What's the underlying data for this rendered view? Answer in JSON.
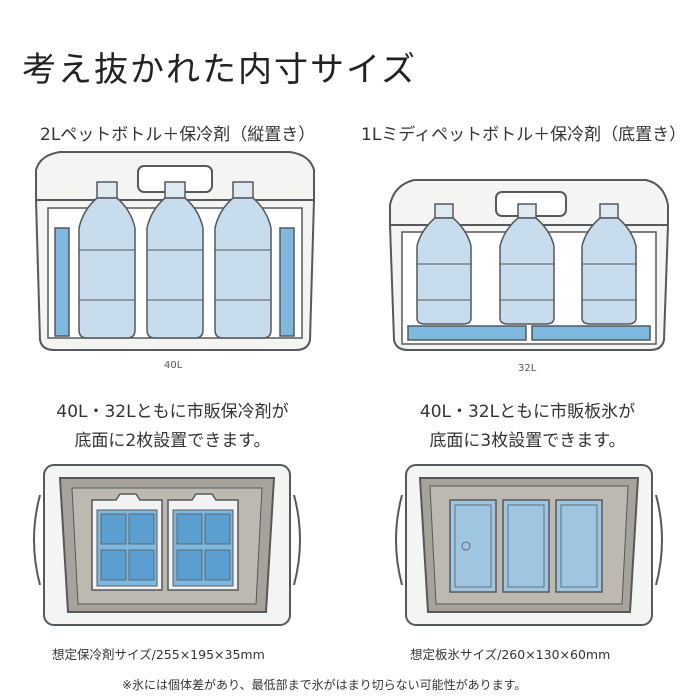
{
  "page_title": "考え抜かれた内寸サイズ",
  "left_panel": {
    "caption": "2Lペットボトル＋保冷剤（縦置き）",
    "capacity_label": "40L",
    "description_line1": "40L・32Lともに市販保冷剤が",
    "description_line2": "底面に2枚設置できます。",
    "spec_label": "想定保冷剤サイズ/255×195×35mm"
  },
  "right_panel": {
    "caption": "1Lミディペットボトル＋保冷剤（底置き）",
    "capacity_label": "32L",
    "description_line1": "40L・32Lともに市販板氷が",
    "description_line2": "底面に3枚設置できます。",
    "spec_label": "想定板氷サイズ/260×130×60mm"
  },
  "footnote": "※氷には個体差があり、最低部まで氷がはまり切らない可能性があります。",
  "colors": {
    "outline": "#55595c",
    "cooler_shell": "#f4f4f2",
    "interior": "#a7a39a",
    "ice_pack_blue": "#7fb8df",
    "ice_pack_dark": "#5a9fd0",
    "bottle_blue": "#c7dcec",
    "ice_block": "#9fc6e0"
  }
}
